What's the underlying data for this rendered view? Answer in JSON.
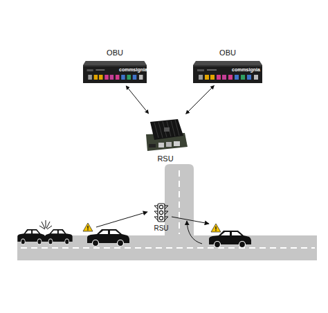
{
  "diagram": {
    "nodes": [
      {
        "text": [
          "OBU",
          "commsignia"
        ]
      },
      {
        "text": [
          "OBU",
          "commsignia"
        ]
      },
      {
        "text": [
          "RSU"
        ]
      },
      {
        "text": [
          "RSU"
        ]
      }
    ],
    "edges": [
      {
        "from": 0,
        "to": 2,
        "arrow": "both"
      },
      {
        "from": 1,
        "to": 2,
        "arrow": "both"
      }
    ]
  }
}
